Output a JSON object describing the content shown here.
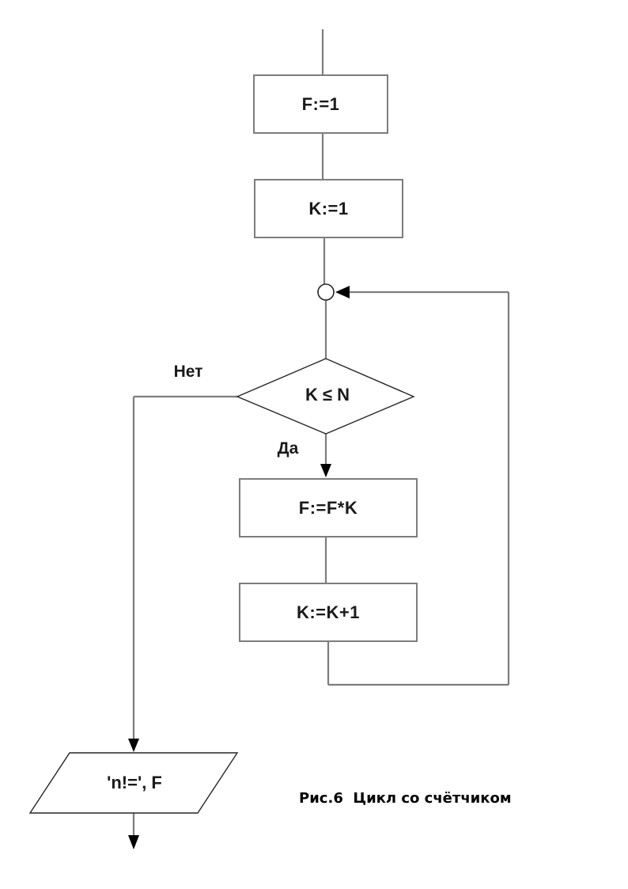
{
  "figure": {
    "caption": "Рис.6  Цикл со счётчиком"
  },
  "flowchart": {
    "nodes": {
      "init_f": "F:=1",
      "init_k": "K:=1",
      "condition": "K ≤ N",
      "multiply": "F:=F*K",
      "increment": "K:=K+1",
      "output": "'n!=', F"
    },
    "branch_labels": {
      "no": "Нет",
      "yes": "Да"
    },
    "colors": {
      "connector_gray": "#7d7d7d",
      "shape_stroke": "#262626",
      "arrowhead": "#000000",
      "text": "#1a1a1a",
      "background": "#ffffff"
    }
  }
}
